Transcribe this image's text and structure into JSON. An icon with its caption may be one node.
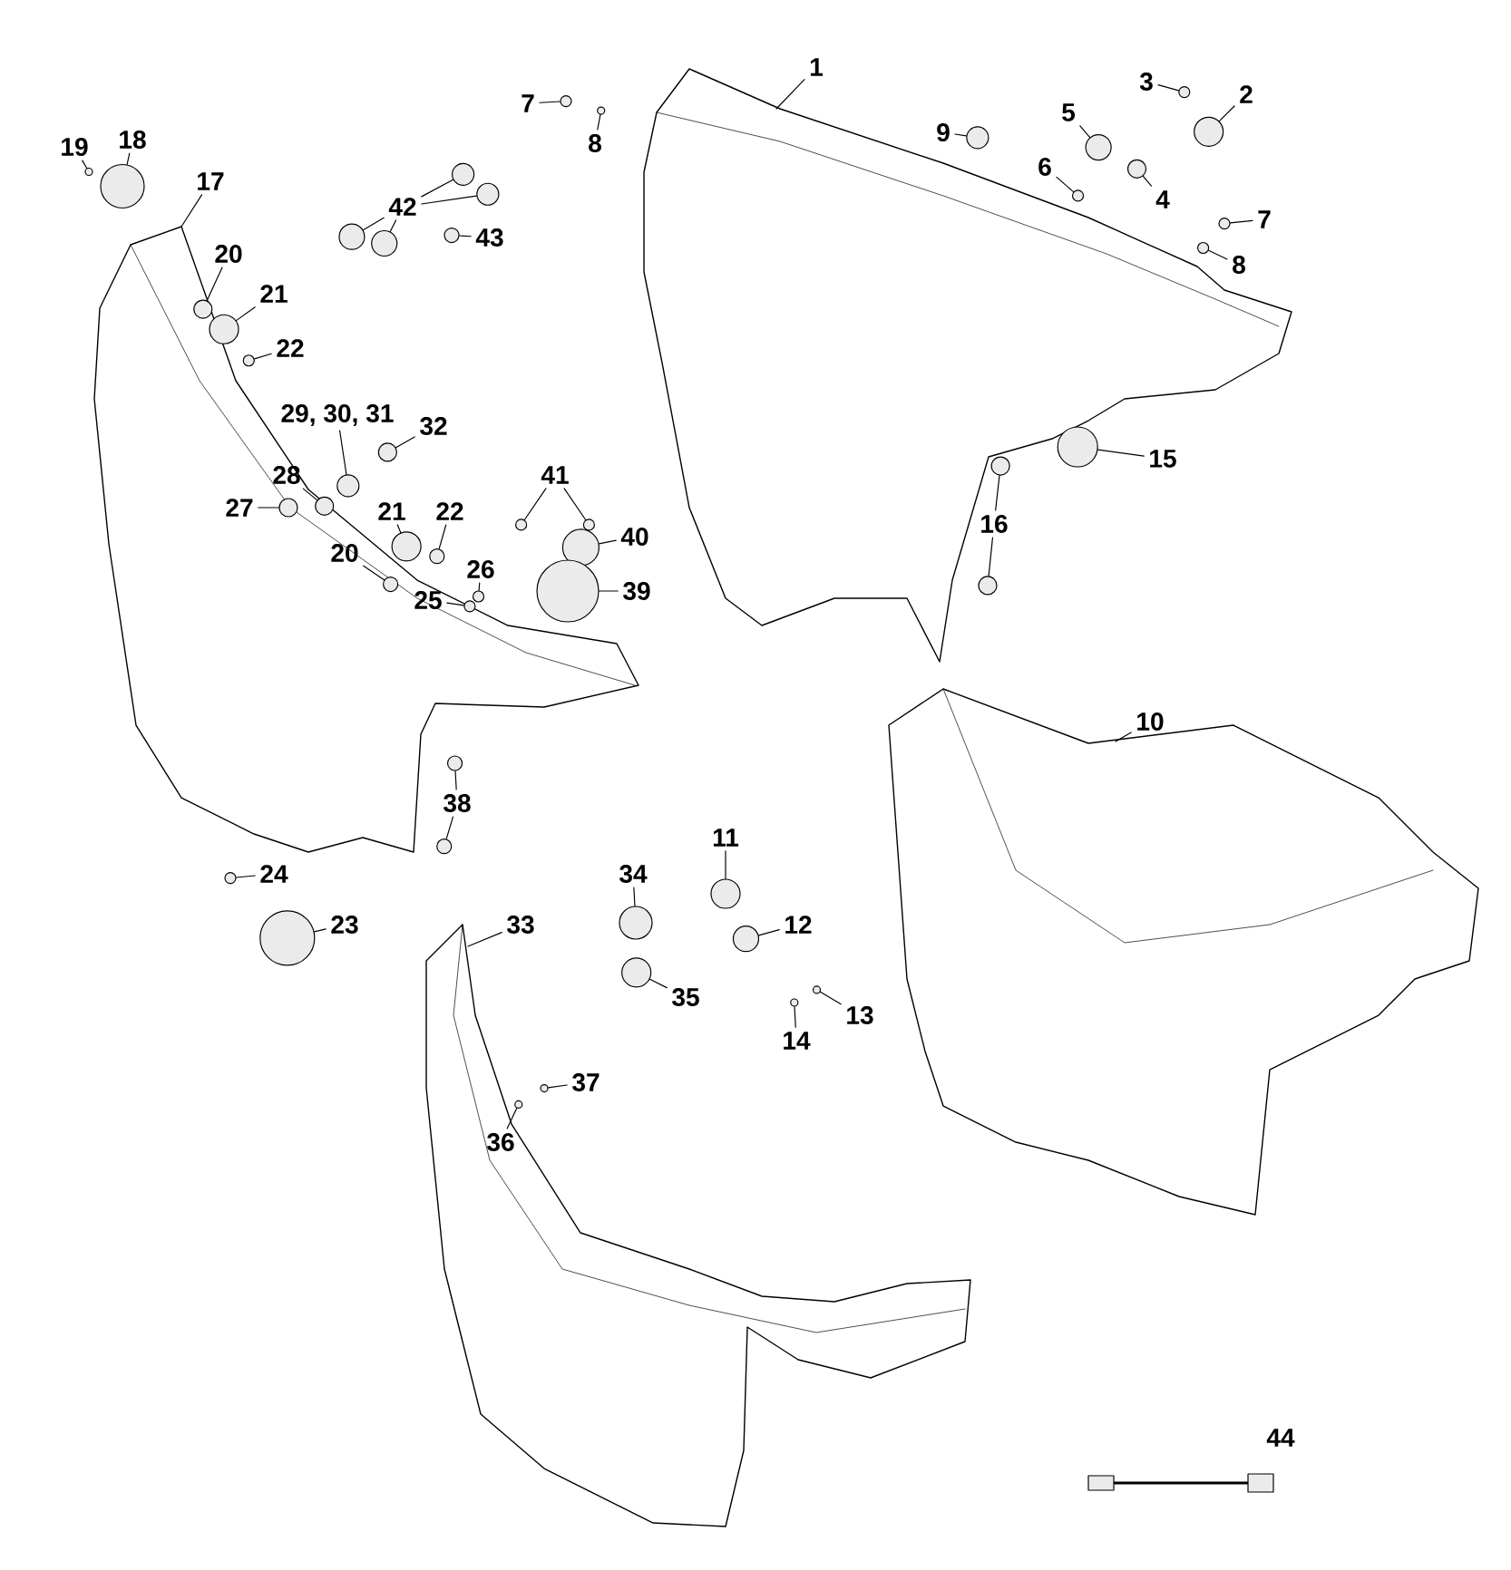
{
  "diagram": {
    "nodes": [
      {
        "text": [
          "1"
        ]
      },
      {
        "text": [
          "2"
        ]
      },
      {
        "text": [
          "3"
        ]
      },
      {
        "text": [
          "4"
        ]
      },
      {
        "text": [
          "5"
        ]
      },
      {
        "text": [
          "6"
        ]
      },
      {
        "text": [
          "7"
        ]
      },
      {
        "text": [
          "8"
        ]
      },
      {
        "text": [
          "9"
        ]
      },
      {
        "text": [
          "7"
        ]
      },
      {
        "text": [
          "8"
        ]
      },
      {
        "text": [
          "10"
        ]
      },
      {
        "text": [
          "11"
        ]
      },
      {
        "text": [
          "12"
        ]
      },
      {
        "text": [
          "13"
        ]
      },
      {
        "text": [
          "14"
        ]
      },
      {
        "text": [
          "15"
        ]
      },
      {
        "text": [
          "16"
        ]
      },
      {
        "text": [
          "17"
        ]
      },
      {
        "text": [
          "18"
        ]
      },
      {
        "text": [
          "19"
        ]
      },
      {
        "text": [
          "20"
        ]
      },
      {
        "text": [
          "21"
        ]
      },
      {
        "text": [
          "22"
        ]
      },
      {
        "text": [
          "29, 30, 31"
        ]
      },
      {
        "text": [
          "32"
        ]
      },
      {
        "text": [
          "28"
        ]
      },
      {
        "text": [
          "27"
        ]
      },
      {
        "text": [
          "21"
        ]
      },
      {
        "text": [
          "22"
        ]
      },
      {
        "text": [
          "20"
        ]
      },
      {
        "text": [
          "25"
        ]
      },
      {
        "text": [
          "26"
        ]
      },
      {
        "text": [
          "41"
        ]
      },
      {
        "text": [
          "40"
        ]
      },
      {
        "text": [
          "39"
        ]
      },
      {
        "text": [
          "42"
        ]
      },
      {
        "text": [
          "43"
        ]
      },
      {
        "text": [
          "24"
        ]
      },
      {
        "text": [
          "23"
        ]
      },
      {
        "text": [
          "33"
        ]
      },
      {
        "text": [
          "34"
        ]
      },
      {
        "text": [
          "35"
        ]
      },
      {
        "text": [
          "36"
        ]
      },
      {
        "text": [
          "37"
        ]
      },
      {
        "text": [
          "38"
        ]
      },
      {
        "text": [],
        "shape": "circle"
      },
      {
        "text": [],
        "shape": "circle"
      },
      {
        "text": [],
        "shape": "circle"
      },
      {
        "text": [],
        "shape": "circle"
      },
      {
        "text": [],
        "shape": "circle"
      },
      {
        "text": [],
        "shape": "circle"
      },
      {
        "text": [],
        "shape": "circle"
      },
      {
        "text": [],
        "shape": "circle"
      },
      {
        "text": [],
        "shape": "circle"
      },
      {
        "text": [],
        "shape": "circle"
      },
      {
        "text": [],
        "shape": "circle"
      },
      {
        "text": [],
        "shape": "circle"
      },
      {
        "text": [],
        "shape": "circle"
      },
      {
        "text": [],
        "shape": "circle"
      },
      {
        "text": [],
        "shape": "circle"
      },
      {
        "text": [],
        "shape": "circle"
      },
      {
        "text": [],
        "shape": "circle"
      },
      {
        "text": [],
        "shape": "circle"
      },
      {
        "text": [],
        "shape": "circle"
      },
      {
        "text": [],
        "shape": "circle"
      },
      {
        "text": [],
        "shape": "circle"
      },
      {
        "text": [],
        "shape": "circle"
      },
      {
        "text": [],
        "shape": "circle"
      },
      {
        "text": [],
        "shape": "circle"
      },
      {
        "text": [],
        "shape": "circle"
      },
      {
        "text": [],
        "shape": "circle"
      },
      {
        "text": [],
        "shape": "circle"
      },
      {
        "text": [],
        "shape": "circle"
      },
      {
        "text": [],
        "shape": "circle"
      },
      {
        "text": [],
        "shape": "circle"
      },
      {
        "text": [],
        "shape": "circle"
      },
      {
        "text": [],
        "shape": "circle"
      },
      {
        "text": [],
        "shape": "circle"
      },
      {
        "text": [],
        "shape": "circle"
      },
      {
        "text": [],
        "shape": "circle"
      },
      {
        "text": [],
        "shape": "circle"
      },
      {
        "text": [],
        "shape": "circle"
      },
      {
        "text": [],
        "shape": "circle"
      },
      {
        "text": [],
        "shape": "circle"
      },
      {
        "text": [],
        "shape": "circle"
      },
      {
        "text": [],
        "shape": "circle"
      },
      {
        "text": [],
        "shape": "circle"
      },
      {
        "text": [],
        "shape": "circle"
      },
      {
        "text": [],
        "shape": "circle"
      },
      {
        "text": [],
        "shape": "circle"
      },
      {
        "text": [],
        "shape": "circle"
      },
      {
        "text": [],
        "shape": "circle"
      },
      {
        "text": [],
        "shape": "circle"
      }
    ],
    "edges": [
      {
        "from": 0,
        "to": null,
        "arrow": "none"
      },
      {
        "from": 1,
        "to": 46,
        "arrow": "none"
      },
      {
        "from": 2,
        "to": 47,
        "arrow": "none"
      },
      {
        "from": 3,
        "to": 48,
        "arrow": "none"
      },
      {
        "from": 4,
        "to": 49,
        "arrow": "none"
      },
      {
        "from": 5,
        "to": 50,
        "arrow": "none"
      },
      {
        "from": 6,
        "to": 51,
        "arrow": "none"
      },
      {
        "from": 7,
        "to": 52,
        "arrow": "none"
      },
      {
        "from": 8,
        "to": 53,
        "arrow": "none"
      },
      {
        "from": 9,
        "to": 54,
        "arrow": "none"
      },
      {
        "from": 10,
        "to": 55,
        "arrow": "none"
      },
      {
        "from": 11,
        "to": null,
        "arrow": "none"
      },
      {
        "from": 12,
        "to": 56,
        "arrow": "none"
      },
      {
        "from": 13,
        "to": 57,
        "arrow": "none"
      },
      {
        "from": 14,
        "to": 58,
        "arrow": "none"
      },
      {
        "from": 15,
        "to": 59,
        "arrow": "none"
      },
      {
        "from": 16,
        "to": 60,
        "arrow": "none"
      },
      {
        "from": 17,
        "to": 61,
        "arrow": "none"
      },
      {
        "from": 17,
        "to": 62,
        "arrow": "none"
      },
      {
        "from": 18,
        "to": null,
        "arrow": "none"
      },
      {
        "from": 19,
        "to": 63,
        "arrow": "none"
      },
      {
        "from": 20,
        "to": 64,
        "arrow": "none"
      },
      {
        "from": 21,
        "to": 65,
        "arrow": "none"
      },
      {
        "from": 22,
        "to": 66,
        "arrow": "none"
      },
      {
        "from": 23,
        "to": 67,
        "arrow": "none"
      },
      {
        "from": 24,
        "to": 68,
        "arrow": "none"
      },
      {
        "from": 25,
        "to": 69,
        "arrow": "none"
      },
      {
        "from": 26,
        "to": 70,
        "arrow": "none"
      },
      {
        "from": 27,
        "to": 71,
        "arrow": "none"
      },
      {
        "from": 28,
        "to": 72,
        "arrow": "none"
      },
      {
        "from": 29,
        "to": 73,
        "arrow": "none"
      },
      {
        "from": 30,
        "to": 74,
        "arrow": "none"
      },
      {
        "from": 31,
        "to": 75,
        "arrow": "none"
      },
      {
        "from": 32,
        "to": 76,
        "arrow": "none"
      },
      {
        "from": 33,
        "to": 77,
        "arrow": "none"
      },
      {
        "from": 33,
        "to": 78,
        "arrow": "none"
      },
      {
        "from": 34,
        "to": 79,
        "arrow": "none"
      },
      {
        "from": 35,
        "to": 80,
        "arrow": "none"
      },
      {
        "from": 36,
        "to": 81,
        "arrow": "none"
      },
      {
        "from": 36,
        "to": 82,
        "arrow": "none"
      },
      {
        "from": 36,
        "to": 83,
        "arrow": "none"
      },
      {
        "from": 36,
        "to": 84,
        "arrow": "none"
      },
      {
        "from": 37,
        "to": 85,
        "arrow": "none"
      },
      {
        "from": 38,
        "to": 86,
        "arrow": "none"
      },
      {
        "from": 39,
        "to": 87,
        "arrow": "none"
      },
      {
        "from": 40,
        "to": null,
        "arrow": "none"
      },
      {
        "from": 41,
        "to": 88,
        "arrow": "none"
      },
      {
        "from": 42,
        "to": 89,
        "arrow": "none"
      },
      {
        "from": 43,
        "to": 90,
        "arrow": "none"
      },
      {
        "from": 44,
        "to": 91,
        "arrow": "none"
      },
      {
        "from": 45,
        "to": 92,
        "arrow": "none"
      },
      {
        "from": 45,
        "to": 93,
        "arrow": "none"
      }
    ],
    "labels": [
      "44"
    ]
  }
}
